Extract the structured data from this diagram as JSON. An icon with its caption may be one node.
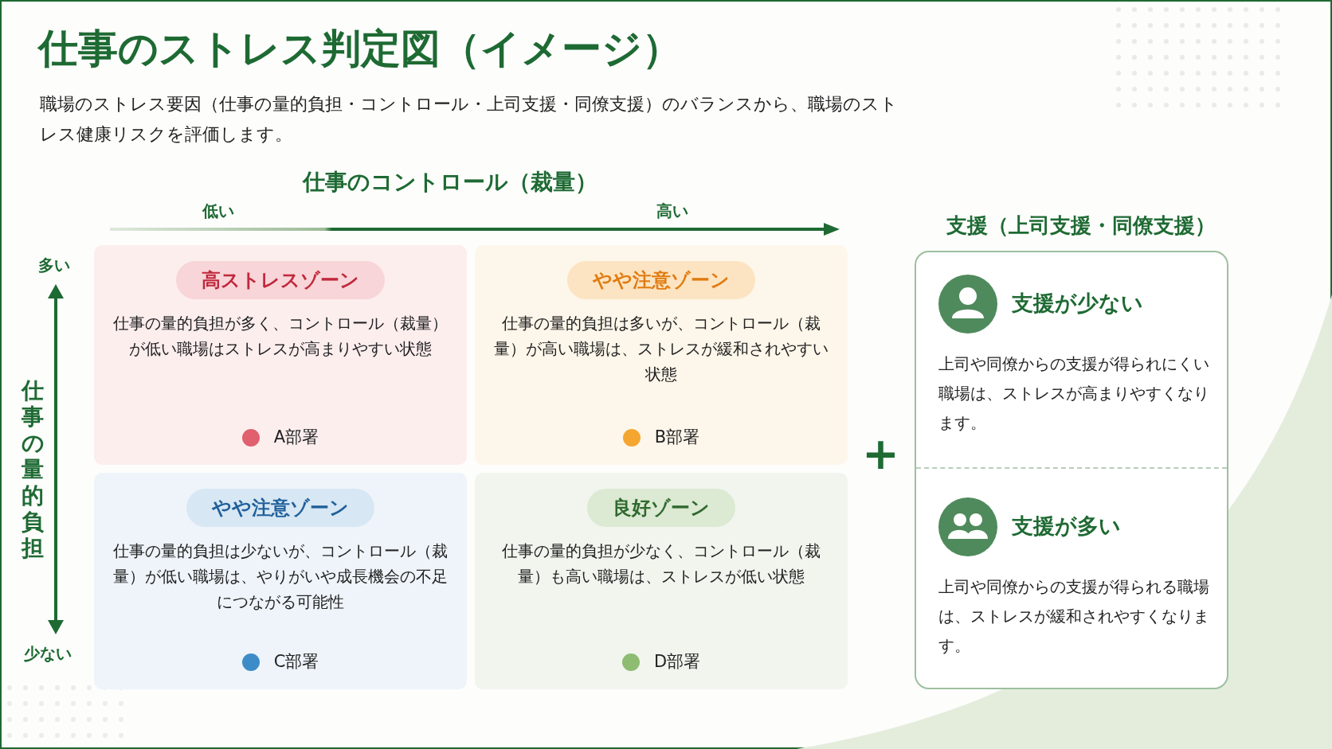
{
  "diagram": {
    "title": "仕事のストレス判定図（イメージ）",
    "nodes": [
      {
        "text": [
          "高ストレスゾーン",
          "仕事の量的負担が多く、コントロール（裁量）が低い職場はストレスが高まりやすい状態",
          "A部署"
        ]
      },
      {
        "text": [
          "やや注意ゾーン",
          "仕事の量的負担は多いが、コントロール（裁量）が高い職場は、ストレスが緩和されやすい状態",
          "B部署"
        ]
      },
      {
        "text": [
          "やや注意ゾーン",
          "仕事の量的負担は少ないが、コントロール（裁量）が低い職場は、やりがいや成長機会の不足につながる可能性",
          "C部署"
        ]
      },
      {
        "text": [
          "良好ゾーン",
          "仕事の量的負担が少なく、コントロール（裁量）も高い職場は、ストレスが低い状態",
          "D部署"
        ]
      },
      {
        "text": [
          "支援（上司支援・同僚支援）"
        ]
      },
      {
        "text": [
          "支援が少ない",
          "上司や同僚からの支援が得られにくい職場は、ストレスが高まりやすくなります。"
        ],
        "in": 4
      },
      {
        "text": [
          "支援が多い",
          "上司や同僚からの支援が得られる職場は、ストレスが緩和されやすくなります。"
        ],
        "in": 4
      }
    ],
    "labels": [
      "職場のストレス要因（仕事の量的負担・コントロール・上司支援・同僚支援）のバランスから、職場のストレス健康リスクを評価します。",
      "仕事のコントロール（裁量）",
      "低い",
      "高い",
      "多い",
      "仕事の量的負担",
      "少ない",
      "+"
    ]
  }
}
